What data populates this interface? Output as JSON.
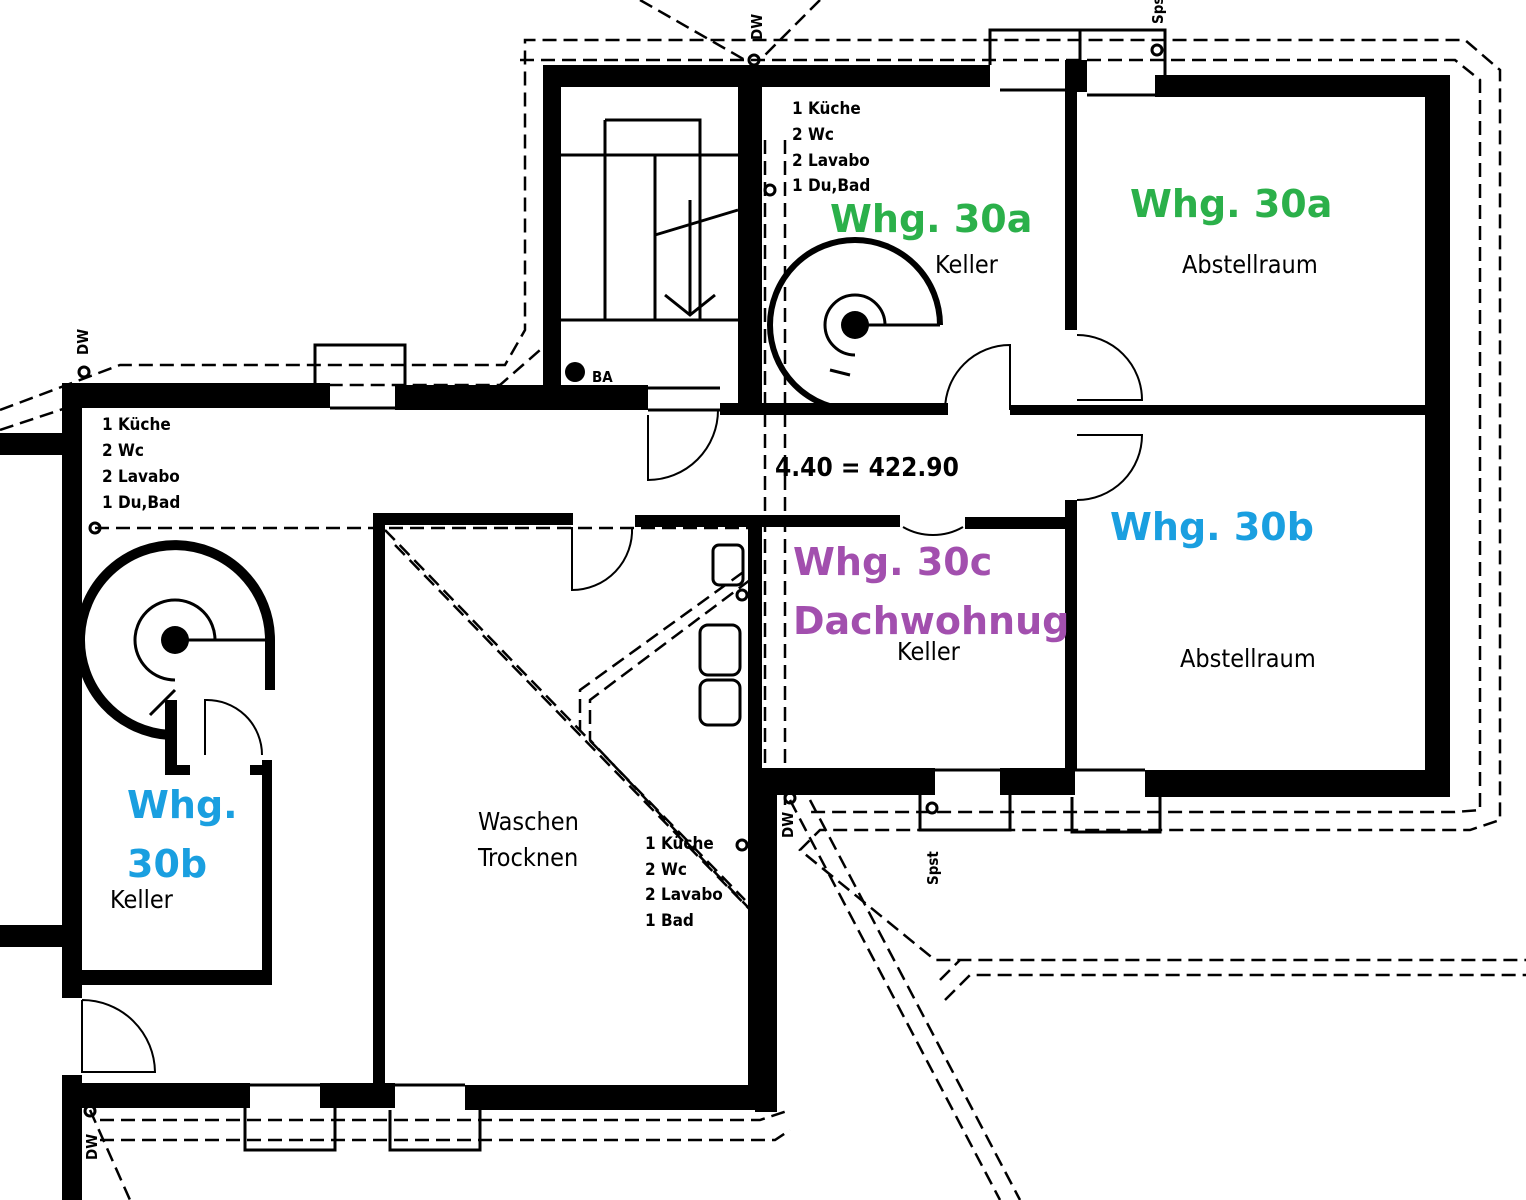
{
  "colors": {
    "green": "#2bb04a",
    "blue": "#1a9fe0",
    "purple": "#a24fae"
  },
  "fixtures": {
    "top_right": [
      "1 Küche",
      "2 Wc",
      "2 Lavabo",
      "1 Du,Bad"
    ],
    "left": [
      "1 Küche",
      "2 Wc",
      "2 Lavabo",
      "1 Du,Bad"
    ],
    "center": [
      "1 Küche",
      "2 Wc",
      "2 Lavabo",
      "1 Bad"
    ]
  },
  "markers": {
    "dw": "DW",
    "spst": "Spst",
    "ba": "BA"
  },
  "level": "4.40 = 422.90",
  "rooms": {
    "keller": "Keller",
    "abstellraum": "Abstellraum",
    "waschen": "Waschen",
    "trocknen": "Trocknen"
  },
  "apartments": {
    "whg30a_keller": "Whg. 30a",
    "whg30a_abstell": "Whg. 30a",
    "whg30b_abstell": "Whg. 30b",
    "whg30b_keller_line1": "Whg.",
    "whg30b_keller_line2": "30b",
    "whg30c_line1": "Whg. 30c",
    "whg30c_line2": "Dachwohnug"
  }
}
